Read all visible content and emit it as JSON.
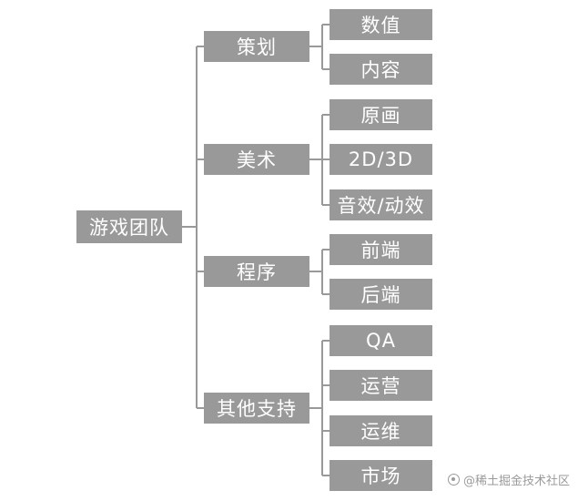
{
  "diagram": {
    "root": {
      "label": "游戏团队"
    },
    "groups": [
      {
        "label": "策划",
        "children": [
          "数值",
          "内容"
        ]
      },
      {
        "label": "美术",
        "children": [
          "原画",
          "2D/3D",
          "音效/动效"
        ]
      },
      {
        "label": "程序",
        "children": [
          "前端",
          "后端"
        ]
      },
      {
        "label": "其他支持",
        "children": [
          "QA",
          "运营",
          "运维",
          "市场"
        ]
      }
    ]
  },
  "watermark": {
    "text": "@稀土掘金技术社区"
  },
  "colors": {
    "box": "#999999",
    "line": "#999999",
    "text": "#ffffff",
    "watermark": "#9a9a9a"
  }
}
